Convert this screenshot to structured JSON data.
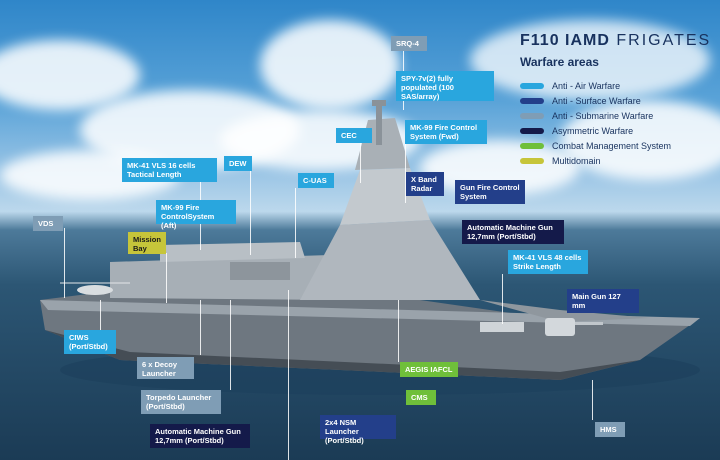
{
  "title": {
    "bold": "F110 IAMD",
    "light": " FRIGATES"
  },
  "legend": {
    "title": "Warfare areas",
    "items": [
      {
        "label": "Anti - Air Warfare",
        "color": "#29a6de"
      },
      {
        "label": "Anti - Surface Warfare",
        "color": "#233f8a"
      },
      {
        "label": "Anti - Submarine Warfare",
        "color": "#7f9db5"
      },
      {
        "label": "Asymmetric Warfare",
        "color": "#141a4a"
      },
      {
        "label": "Combat Management System",
        "color": "#6fbf3a"
      },
      {
        "label": "Multidomain",
        "color": "#c6c53a"
      }
    ]
  },
  "labels": {
    "srq4": "SRQ-4",
    "spy7": "SPY-7v(2) fully populated (100 SAS/array)",
    "cec": "CEC",
    "mk99_fwd": "MK-99 Fire Control System (Fwd)",
    "mk41_16": "MK-41 VLS 16 cells Tactical Length",
    "dew": "DEW",
    "cuas": "C-UAS",
    "xband": "X Band Radar",
    "gfcs": "Gun Fire Control System",
    "mk99_aft": "MK-99 Fire ControlSystem (Aft)",
    "vds": "VDS",
    "mission_bay": "Mission Bay",
    "amg_fwd": "Automatic Machine Gun 12,7mm (Port/Stbd)",
    "mk41_48": "MK-41 VLS 48 cells Strike Length",
    "main_gun": "Main Gun 127 mm",
    "ciws": "CIWS (Port/Stbd)",
    "decoy": "6 x Decoy Launcher",
    "aegis": "AEGIS IAFCL",
    "torpedo": "Torpedo Launcher (Port/Stbd)",
    "cms": "CMS",
    "amg_aft": "Automatic Machine Gun 12,7mm (Port/Stbd)",
    "nsm": "2x4 NSM Launcher (Port/Stbd)",
    "hms": "HMS"
  }
}
